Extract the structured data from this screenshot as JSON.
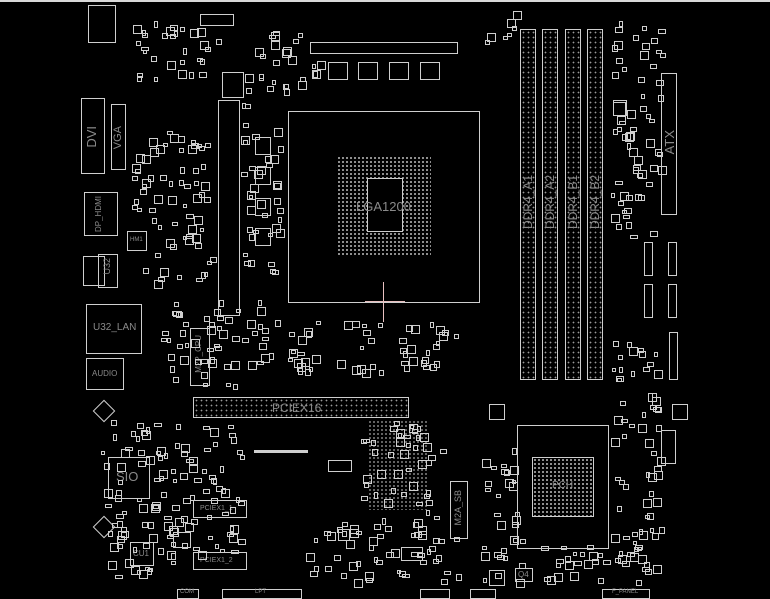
{
  "board": {
    "cpu_socket": "LGA1200",
    "dimms": [
      "DDR4_A1",
      "DDR4_A2",
      "DDR4_B1",
      "DDR4_B2"
    ],
    "atx": "ATX",
    "dvi": "DVI",
    "vga": "VGA",
    "dp_hdmi": "DP_HDMI",
    "hm1": "HM1",
    "u32": "U32",
    "lan": "U32_LAN",
    "audio": "AUDIO",
    "m2p_cpu": "M2P_CPU",
    "pciex16": "PCIEX16",
    "sio": "SIO",
    "cu1": "CU1",
    "pciex1_1": "PCIEX1_1",
    "pciex1_2": "PCIEX1_2",
    "m2a_sb": "M2A_SB",
    "pch": "PCH",
    "q4": "Q4",
    "com": "COM",
    "lpt": "LPT",
    "f_panel": "F_PANEL"
  },
  "colors": {
    "background": "#000000",
    "outline": "#cfcfcf",
    "label": "#8a8a8a",
    "cursor": "#e8c0c0"
  }
}
